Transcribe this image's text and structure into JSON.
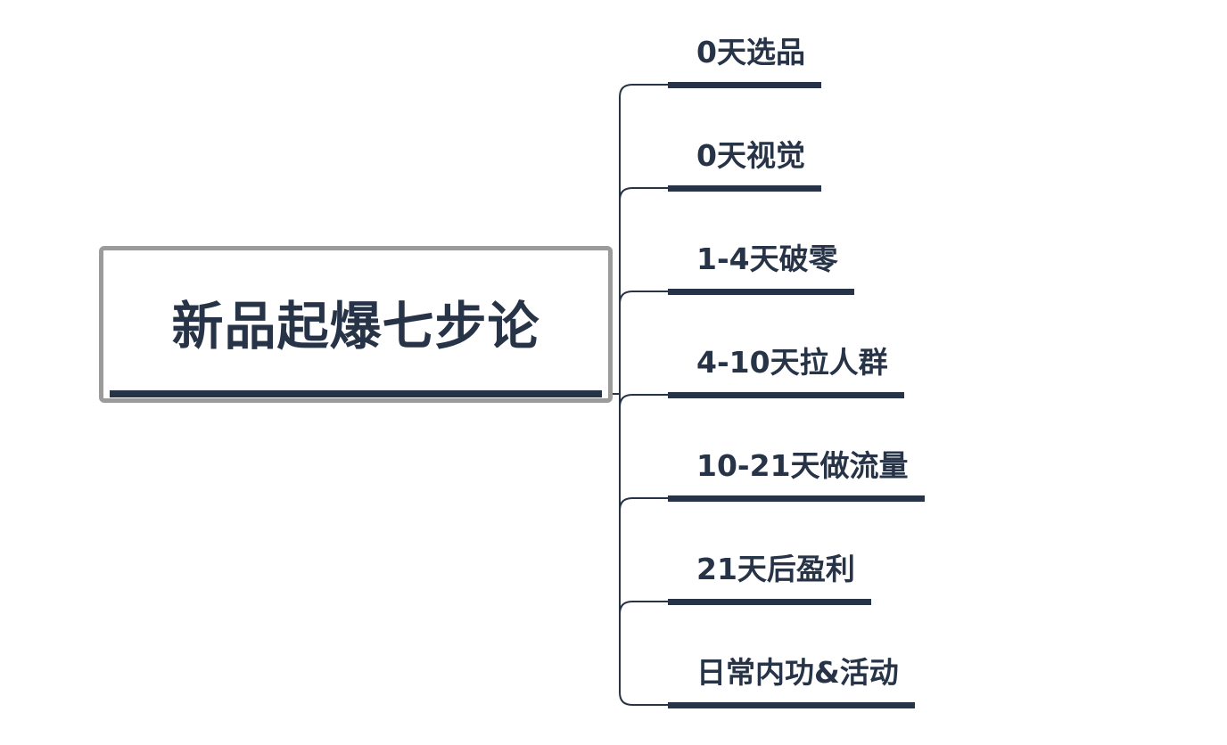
{
  "mindmap": {
    "root": {
      "title": "新品起爆七步论"
    },
    "branches": [
      {
        "label": "0天选品"
      },
      {
        "label": "0天视觉"
      },
      {
        "label": "1-4天破零"
      },
      {
        "label": "4-10天拉人群"
      },
      {
        "label": "10-21天做流量"
      },
      {
        "label": "21天后盈利"
      },
      {
        "label": "日常内功&活动"
      }
    ]
  },
  "colors": {
    "text": "#273347",
    "underline": "#273347",
    "root_border": "#9b9b9b",
    "connector": "#273347",
    "background": "#ffffff"
  }
}
